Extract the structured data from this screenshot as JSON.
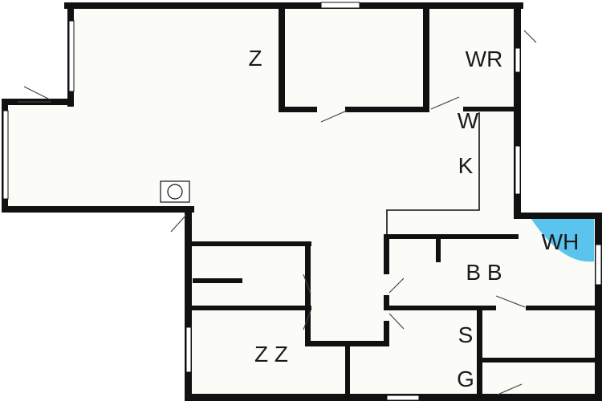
{
  "floorplan": {
    "colors": {
      "wall": "#111111",
      "floor": "#fbfbf8",
      "highlight": "#5bc4ee"
    },
    "labels": {
      "living": "Z",
      "storage": "WR",
      "washer": "W",
      "kitchen": "K",
      "hot_water": "WH",
      "bathroom": "B B",
      "bedroom": "Z Z",
      "shower": "S",
      "toilet": "G"
    },
    "icons": {
      "stove": "round-stove-icon"
    }
  }
}
